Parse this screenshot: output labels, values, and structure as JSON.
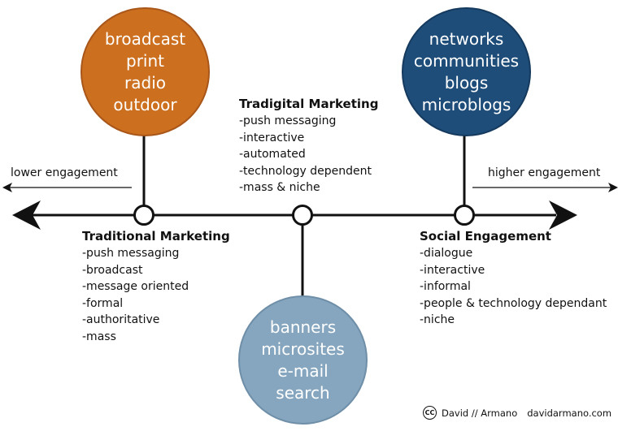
{
  "colors": {
    "traditional": "#cc6f1f",
    "social": "#1e4d7a",
    "tradigital": "#86a6bf",
    "axis": "#111111"
  },
  "traditional_circle": {
    "lines": [
      "broadcast",
      "print",
      "radio",
      "outdoor"
    ]
  },
  "social_circle": {
    "lines": [
      "networks",
      "communities",
      "blogs",
      "microblogs"
    ]
  },
  "tradigital_circle": {
    "lines": [
      "banners",
      "microsites",
      "e-mail",
      "search"
    ]
  },
  "tradigital": {
    "title": "Tradigital Marketing",
    "items": [
      "-push messaging",
      "-interactive",
      "-automated",
      "-technology dependent",
      "-mass & niche"
    ]
  },
  "traditional": {
    "title": "Traditional Marketing",
    "items": [
      "-push messaging",
      "-broadcast",
      "-message oriented",
      "-formal",
      "-authoritative",
      "-mass"
    ]
  },
  "social": {
    "title": "Social Engagement",
    "items": [
      "-dialogue",
      "-interactive",
      "-informal",
      "-people & technology dependant",
      "-niche"
    ]
  },
  "engagement": {
    "lower": "lower engagement",
    "higher": "higher engagement"
  },
  "credit": {
    "cc_icon": "CC",
    "author": "David // Armano",
    "site": "davidarmano.com"
  }
}
